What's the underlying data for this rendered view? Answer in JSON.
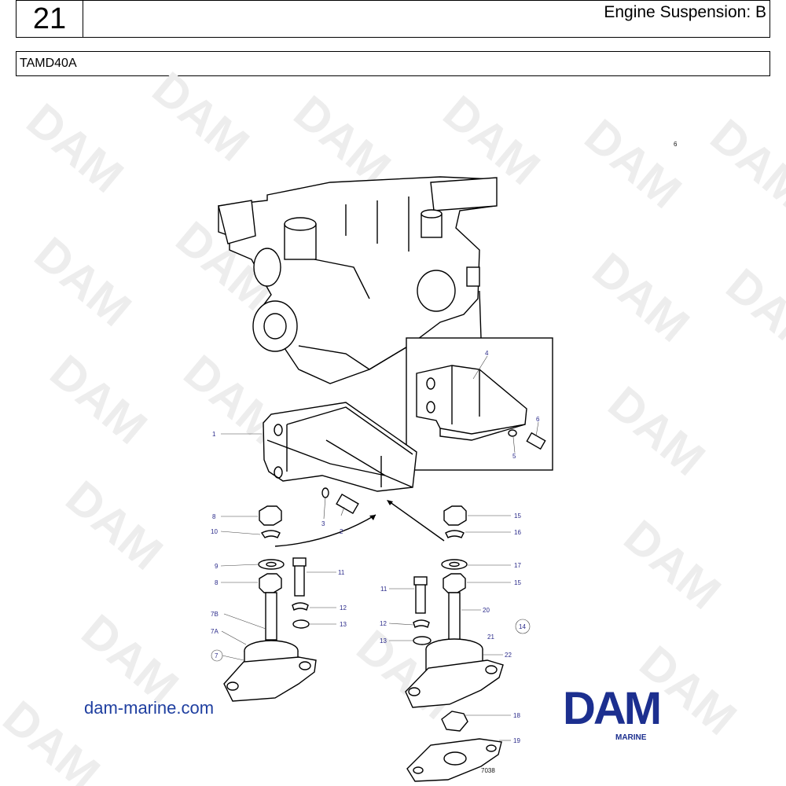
{
  "header": {
    "group": "21",
    "title": "Engine Suspension: B",
    "model": "TAMD40A"
  },
  "watermark": {
    "text": "DAM"
  },
  "footer": {
    "website": "dam-marine.com",
    "logo": "DAM",
    "logo_sub": "MARINE"
  },
  "drawing_no": "7038",
  "labels": {
    "l1": "1",
    "l2": "2",
    "l3": "3",
    "l4": "4",
    "l5": "5",
    "l6": "6",
    "l6top": "6",
    "l7": "7",
    "l7a": "7A",
    "l7b": "7B",
    "l8a": "8",
    "l8b": "8",
    "l9": "9",
    "l10": "10",
    "l11a": "11",
    "l11b": "11",
    "l12a": "12",
    "l12b": "12",
    "l13a": "13",
    "l13b": "13",
    "l14": "14",
    "l15a": "15",
    "l15b": "15",
    "l16": "16",
    "l17": "17",
    "l18": "18",
    "l19": "19",
    "l20": "20",
    "l21": "21",
    "l22": "22"
  },
  "colors": {
    "label": "#2a2a8a",
    "brand": "#1c2f8f",
    "watermark": "#ededed"
  }
}
